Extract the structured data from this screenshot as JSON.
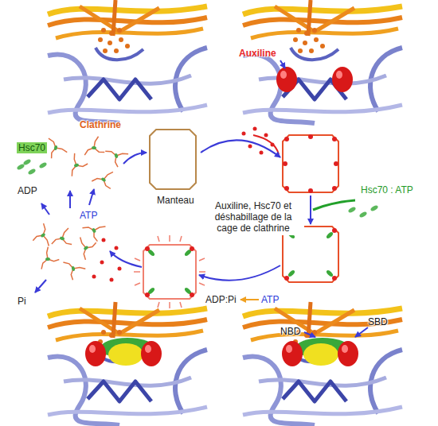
{
  "diagram": {
    "title": "Auxiline, Hsc70 et déshabillage de la cage de clathrine",
    "labels": [
      "Auxiline",
      "Clathrine",
      "Hsc70",
      "ADP",
      "Manteau",
      "Hsc70 : ATP",
      "ATP",
      "ADP:Pi",
      "ATP",
      "Pi",
      "NBD",
      "SBD"
    ]
  }
}
